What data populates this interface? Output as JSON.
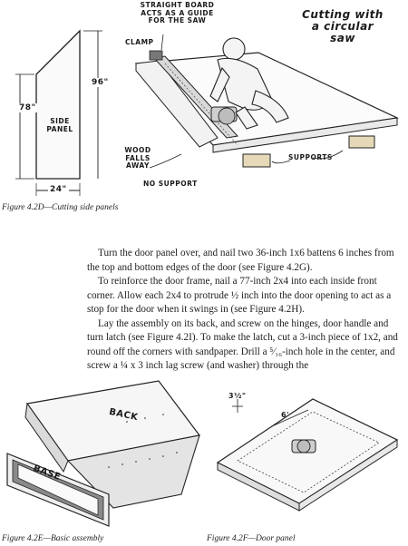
{
  "figure_d": {
    "caption": "Figure 4.2D—Cutting side panels",
    "dim_height_short": "78\"",
    "dim_height_tall": "96\"",
    "dim_width": "24\"",
    "side_panel_line1": "SIDE",
    "side_panel_line2": "PANEL",
    "straight_board_line1": "STRAIGHT BOARD",
    "straight_board_line2": "ACTS AS A GUIDE",
    "straight_board_line3": "FOR THE SAW",
    "clamp": "CLAMP",
    "title_line1": "Cutting with",
    "title_line2": "a circular",
    "title_line3": "saw",
    "wood_falls_line1": "WOOD",
    "wood_falls_line2": "FALLS",
    "wood_falls_line3": "AWAY",
    "supports": "SUPPORTS",
    "no_support": "NO SUPPORT"
  },
  "body": {
    "para1": "Turn the door panel over, and nail two 36-inch 1x6 battens 6 inches from the top and bottom edges of the door (see Figure 4.2G).",
    "para2": "To reinforce the door frame, nail a 77-inch 2x4 into each inside front corner. Allow each 2x4 to protrude ½ inch into the door opening to act as a stop for the door when it swings in (see Figure 4.2H).",
    "para3": "Lay the assembly on its back, and screw on the hinges, door handle and turn latch (see Figure 4.2I). To make the latch, cut a 3-inch piece of 1x2, and round off the corners with sandpaper. Drill a ⁵⁄₁₆-inch hole in the center, and screw a ¼ x 3  inch lag screw (and washer) through the"
  },
  "figure_e": {
    "caption": "Figure 4.2E—Basic assembly",
    "back": "BACK",
    "base": "BASE"
  },
  "figure_f": {
    "caption": "Figure 4.2F—Door panel",
    "dim_small": "3½\"",
    "dim_six": "6'"
  }
}
